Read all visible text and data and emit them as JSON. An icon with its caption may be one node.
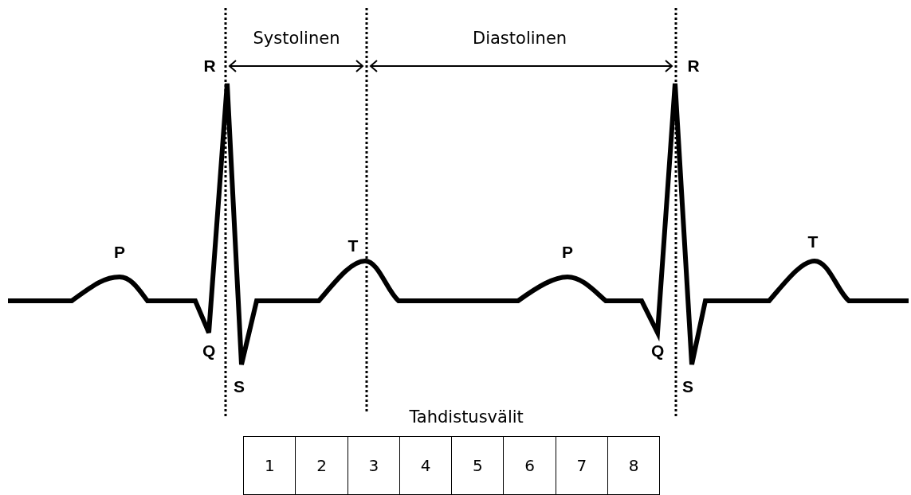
{
  "diagram": {
    "labels": [
      "Systolinen",
      "Diastolinen",
      "R",
      "R",
      "P",
      "T",
      "P",
      "T",
      "Q",
      "Q",
      "S",
      "S",
      "Tahdistusvälit",
      "1",
      "2",
      "3",
      "4",
      "5",
      "6",
      "7",
      "8"
    ]
  }
}
